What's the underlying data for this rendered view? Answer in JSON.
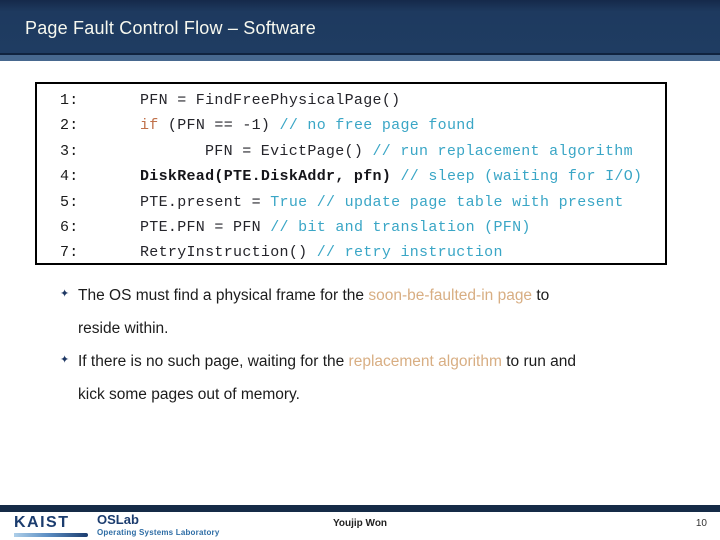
{
  "header": {
    "title": "Page Fault Control Flow – Software"
  },
  "code_block": {
    "lines": [
      {
        "num": "1:",
        "indent": 0,
        "segments": [
          {
            "text": "PFN = FindFreePhysicalPage()",
            "style": "code"
          }
        ]
      },
      {
        "num": "2:",
        "indent": 0,
        "segments": [
          {
            "text": "if",
            "style": "keyword"
          },
          {
            "text": " (PFN == -1) ",
            "style": "code"
          },
          {
            "text": "// no free page found",
            "style": "comment"
          }
        ]
      },
      {
        "num": "3:",
        "indent": 1,
        "segments": [
          {
            "text": "PFN = EvictPage() ",
            "style": "code"
          },
          {
            "text": "// run replacement algorithm",
            "style": "comment"
          }
        ]
      },
      {
        "num": "4:",
        "indent": 0,
        "segments": [
          {
            "text": "DiskRead(PTE.DiskAddr, pfn) ",
            "style": "code-bold"
          },
          {
            "text": "// sleep (waiting for I/O)",
            "style": "comment"
          }
        ]
      },
      {
        "num": "5:",
        "indent": 0,
        "segments": [
          {
            "text": "PTE.present = ",
            "style": "code"
          },
          {
            "text": "True ",
            "style": "value"
          },
          {
            "text": "// update page table with present",
            "style": "comment"
          }
        ]
      },
      {
        "num": "6:",
        "indent": 0,
        "segments": [
          {
            "text": "PTE.PFN = PFN ",
            "style": "code"
          },
          {
            "text": "// bit and translation (PFN)",
            "style": "comment"
          }
        ]
      },
      {
        "num": "7:",
        "indent": 0,
        "segments": [
          {
            "text": "RetryInstruction() ",
            "style": "code"
          },
          {
            "text": "// retry instruction",
            "style": "comment"
          }
        ]
      }
    ]
  },
  "bullets": {
    "glyph": "✦",
    "items": [
      {
        "lines": [
          [
            {
              "text": "The OS must find a physical frame for the ",
              "style": "normal"
            },
            {
              "text": "soon-be-faulted-in page",
              "style": "highlight"
            },
            {
              "text": " to",
              "style": "normal"
            }
          ],
          [
            {
              "text": "reside within.",
              "style": "normal"
            }
          ]
        ]
      },
      {
        "lines": [
          [
            {
              "text": "If there is no such page, waiting for the ",
              "style": "normal"
            },
            {
              "text": "replacement algorithm",
              "style": "highlight"
            },
            {
              "text": " to run and",
              "style": "normal"
            }
          ],
          [
            {
              "text": "kick some pages out of memory.",
              "style": "normal"
            }
          ]
        ]
      }
    ]
  },
  "footer": {
    "author": "Youjip Won",
    "page_number": "10",
    "logo_kaist": "KAIST",
    "logo_oslab": "OSLab",
    "logo_oslab_subtitle": "Operating Systems Laboratory"
  },
  "colors": {
    "header_bg": "#1e3a5f",
    "header_accent": "#47688f",
    "header_divider": "#10233f",
    "footer_bar": "#152b47",
    "code_text": "#25252b",
    "comment_teal": "#3aa6c6",
    "keyword_orange": "#c0714a",
    "highlight_tan": "#d8ae83",
    "bullet_navy": "#1f3864",
    "kaist_blue": "#1b3c6e",
    "oslab_sub_blue": "#2e6da5",
    "title_text": "#f7f8ef"
  }
}
